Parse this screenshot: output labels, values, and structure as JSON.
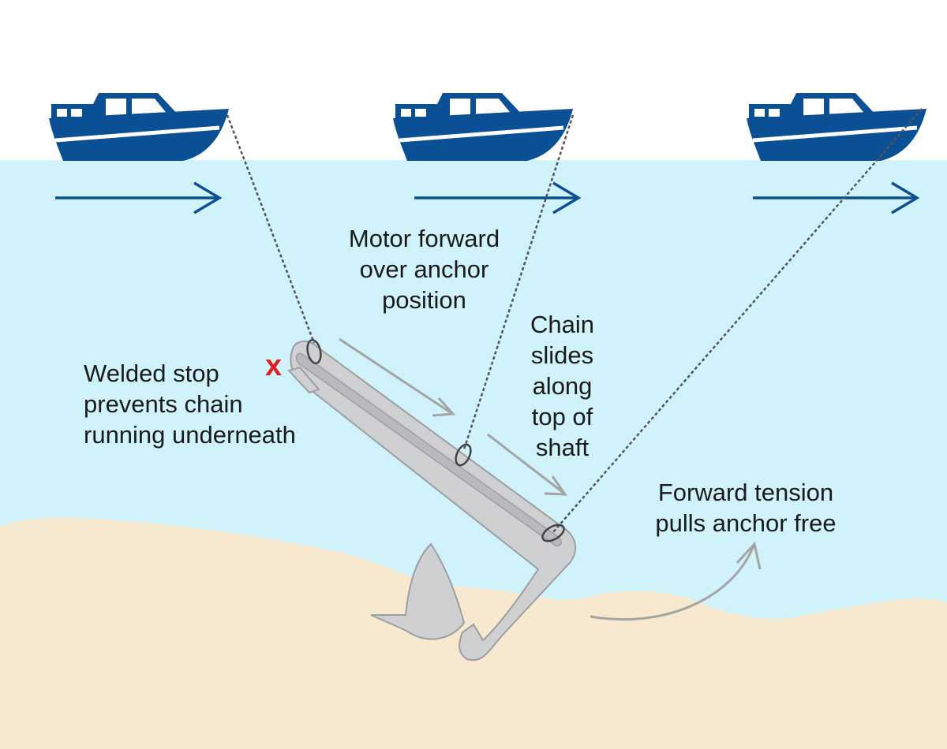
{
  "labels": {
    "motor_forward": [
      "Motor forward",
      "over anchor",
      "position"
    ],
    "chain_slides": [
      "Chain",
      "slides",
      "along",
      "top of",
      "shaft"
    ],
    "welded_stop": [
      "Welded stop",
      "prevents chain",
      "running underneath"
    ],
    "forward_tension": [
      "Forward tension",
      "pulls anchor free"
    ],
    "stop_marker": "x"
  },
  "colors": {
    "sky": "#ffffff",
    "water": "#d0f2fa",
    "seabed": "#f6e9cf",
    "boat": "#0b4f94",
    "motion_arrow": "#0b4f94",
    "anchor_fill": "#cfd0d2",
    "anchor_outline": "#9d9ea1",
    "chain": "#555555",
    "slide_arrow": "#a4a4a4",
    "stop_marker": "#e02020"
  },
  "icons": [
    "boat-icon",
    "right-arrow-icon",
    "anchor-icon",
    "chain-link-icon",
    "curved-arrow-icon"
  ]
}
